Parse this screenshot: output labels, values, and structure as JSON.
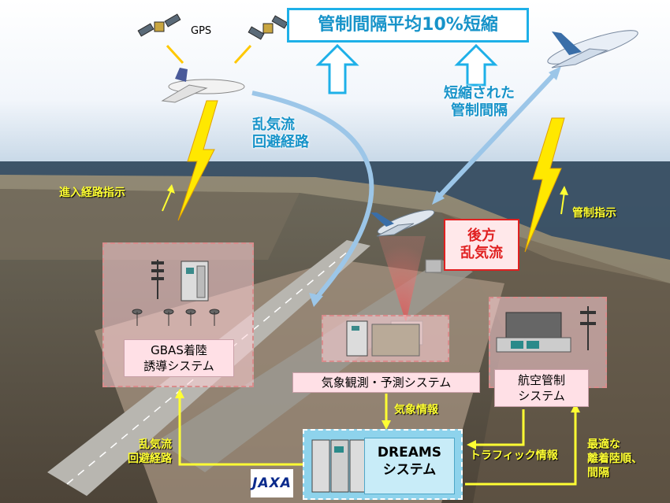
{
  "headline": "管制間隔平均10%短縮",
  "gps_label": "GPS",
  "shortened_interval": [
    "短縮された",
    "管制間隔"
  ],
  "turbulence_route": [
    "乱気流",
    "回避経路"
  ],
  "wake_turbulence": [
    "後方",
    "乱気流"
  ],
  "approach_instruction": "進入経路指示",
  "atc_instruction": "管制指示",
  "gbas_system": [
    "GBAS着陸",
    "誘導システム"
  ],
  "weather_system": "気象観測・予測システム",
  "atc_system": [
    "航空管制",
    "システム"
  ],
  "weather_info": "気象情報",
  "traffic_info": "トラフィック情報",
  "route_to_gbas": [
    "乱気流",
    "回避経路"
  ],
  "optimal_order": [
    "最適な",
    "離着陸順、",
    "間隔"
  ],
  "dreams": [
    "DREAMS",
    "システム"
  ],
  "logo": "JAXA",
  "colors": {
    "accent_blue": "#1eb0e8",
    "arrow_yellow": "#ffff33",
    "warning_red": "#e02020"
  }
}
